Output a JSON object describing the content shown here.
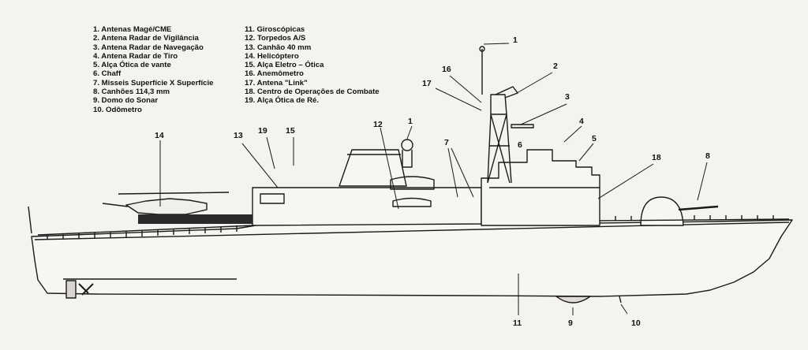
{
  "legend_left": [
    "1. Antenas Magé/CME",
    "2. Antena Radar de Vigilância",
    "3. Antena Radar de Navegação",
    "4. Antena Radar de Tiro",
    "5. Alça Ótica de vante",
    "6. Chaff",
    "7. Misseis Superfície X Superfície",
    "8. Canhões 114,3 mm",
    "9. Domo do Sonar",
    "10. Odômetro"
  ],
  "legend_right": [
    "11. Giroscópicas",
    "12. Torpedos A/S",
    "13. Canhão 40 mm",
    "14. Helicóptero",
    "15. Alça Eletro – Ótica",
    "16. Anemômetro",
    "17. Antena \"Link\"",
    "18. Centro de Operações de Combate",
    "19. Alça Ótica de Ré."
  ],
  "callouts": [
    "1",
    "2",
    "3",
    "4",
    "5",
    "6",
    "7",
    "8",
    "9",
    "10",
    "11",
    "12",
    "13",
    "14",
    "15",
    "16",
    "17",
    "18",
    "19",
    "1"
  ],
  "colors": {
    "ink": "#1a1a1a",
    "paper": "#f4f3ef",
    "bleed": "#c9c7c0"
  }
}
